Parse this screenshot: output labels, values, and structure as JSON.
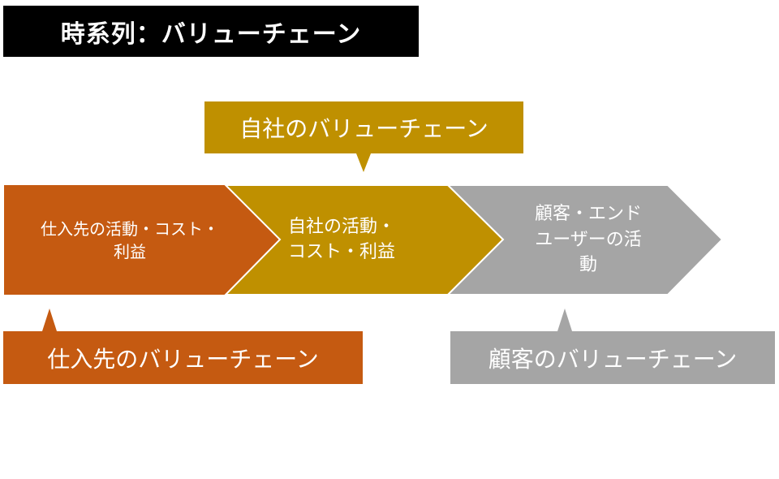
{
  "title": "時系列：バリューチェーン",
  "colors": {
    "supplier": "#c55a11",
    "company": "#bf9000",
    "customer": "#a5a5a5",
    "title_bg": "#000000",
    "text": "#ffffff"
  },
  "chevrons": [
    {
      "id": "supplier",
      "line1": "仕入先の活動・コスト・",
      "line2": "利益",
      "line3": ""
    },
    {
      "id": "company",
      "line1": "自社の活動・",
      "line2": "コスト・利益",
      "line3": ""
    },
    {
      "id": "customer",
      "line1": "顧客・エンド",
      "line2": "ユーザーの活",
      "line3": "動"
    }
  ],
  "callouts": {
    "company": "自社のバリューチェーン",
    "supplier": "仕入先のバリューチェーン",
    "customer": "顧客のバリューチェーン"
  }
}
